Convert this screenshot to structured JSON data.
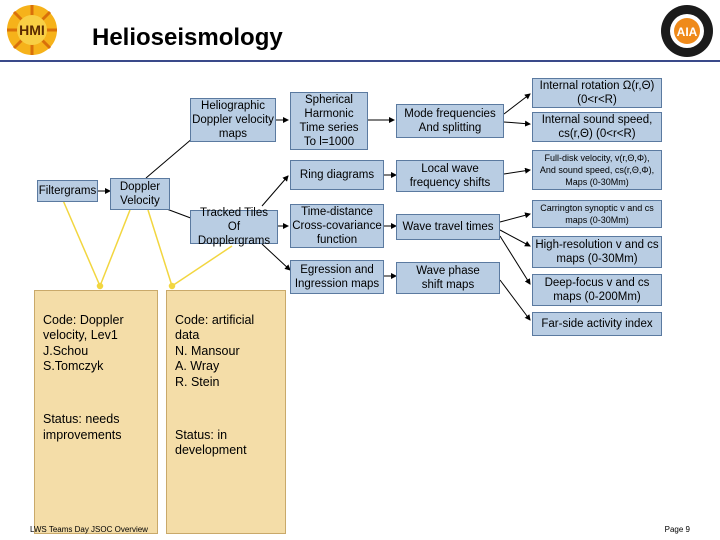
{
  "header": {
    "title": "Helioseismology",
    "logo_left_text": "HMI",
    "logo_right_text": "AIA"
  },
  "nodes": {
    "filtergrams": "Filtergrams",
    "doppler_velocity": "Doppler\nVelocity",
    "heliographic_maps": "Heliographic\nDoppler velocity\nmaps",
    "tracked_tiles": "Tracked Tiles\nOf Dopplergrams",
    "spherical_harmonic": "Spherical\nHarmonic\nTime series\nTo l=1000",
    "ring_diagrams": "Ring diagrams",
    "time_distance": "Time-distance\nCross-covariance\nfunction",
    "egression": "Egression and\nIngression maps",
    "mode_frequencies": "Mode frequencies\nAnd splitting",
    "local_wave": "Local wave\nfrequency shifts",
    "wave_travel": "Wave travel times",
    "wave_phase": "Wave phase\nshift maps",
    "internal_rotation": "Internal rotation Ω(r,Θ)\n(0<r<R)",
    "internal_sound": "Internal sound speed,\ncs(r,Θ) (0<r<R)",
    "full_disk": "Full-disk velocity, v(r,Θ,Φ),\nAnd sound speed, cs(r,Θ,Φ),\nMaps (0-30Mm)",
    "carrington": "Carrington synoptic v and cs\nmaps (0-30Mm)",
    "high_resolution": "High-resolution v and cs\nmaps (0-30Mm)",
    "deep_focus": "Deep-focus v and cs\nmaps (0-200Mm)",
    "far_side": "Far-side activity index"
  },
  "info": {
    "left_code": "Code: Doppler\nvelocity, Lev1\nJ.Schou\nS.Tomczyk",
    "left_status": "Status: needs\nimprovements",
    "right_code": "Code: artificial\ndata\nN. Mansour\nA. Wray\nR. Stein",
    "right_status": "Status: in\ndevelopment"
  },
  "footer": {
    "left": "LWS Teams Day JSOC Overview",
    "right": "Page 9"
  },
  "colors": {
    "box_fill": "#b9cde3",
    "info_fill": "#f4dda8",
    "pointer": "#f2d640",
    "title_rule": "#3a4a8a"
  }
}
